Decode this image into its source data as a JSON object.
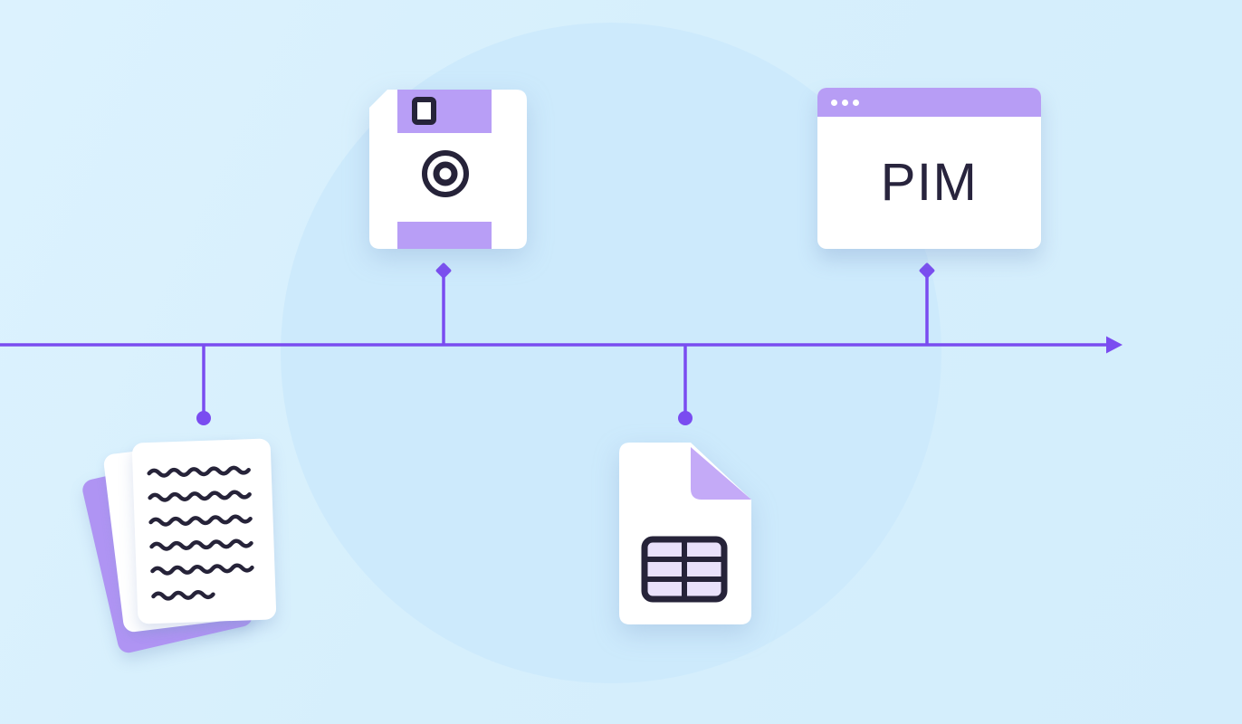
{
  "pim_window": {
    "label": "PIM"
  },
  "diagram": {
    "type": "timeline-illustration",
    "direction": "left-to-right",
    "points": [
      {
        "name": "paper-documents",
        "icon": "paper-stack-icon",
        "side": "below",
        "marker": "dot"
      },
      {
        "name": "floppy-disk",
        "icon": "floppy-disk-icon",
        "side": "above",
        "marker": "diamond"
      },
      {
        "name": "spreadsheet-file",
        "icon": "spreadsheet-file-icon",
        "side": "below",
        "marker": "dot"
      },
      {
        "name": "pim-software",
        "icon": "browser-window-icon",
        "side": "above",
        "marker": "diamond",
        "label": "PIM"
      }
    ]
  },
  "colors": {
    "background_blue": "#d6effc",
    "circle_blue": "#cdeafc",
    "accent_purple": "#7a4cf0",
    "light_purple": "#b79df5",
    "page_purple": "#af94f3",
    "fold_purple": "#c4aaf7",
    "cell_lavender": "#e9e1fb",
    "ink_navy": "#28243d",
    "white": "#ffffff"
  }
}
